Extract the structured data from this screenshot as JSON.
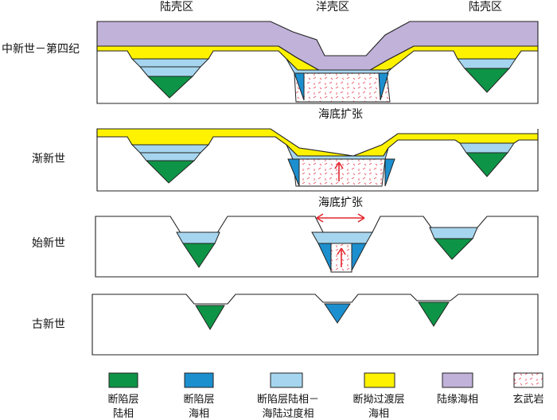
{
  "top_labels": [
    "陆壳区",
    "洋壳区",
    "陆壳区"
  ],
  "stage_labels": [
    "中新世－第四纪",
    "渐新世",
    "始新世",
    "古新世"
  ],
  "arrow_labels": [
    "海底扩张",
    "海底扩张"
  ],
  "legend": [
    {
      "line1": "断陷层",
      "line2": "陆相",
      "swatch": "continental",
      "icon": "green-swatch-icon"
    },
    {
      "line1": "断陷层",
      "line2": "海相",
      "swatch": "marine",
      "icon": "blue-swatch-icon"
    },
    {
      "line1": "断陷层陆相－",
      "line2": "海陆过度相",
      "swatch": "transition",
      "icon": "lightblue-swatch-icon"
    },
    {
      "line1": "断拗过渡层",
      "line2": "海相",
      "swatch": "yellow",
      "icon": "yellow-swatch-icon"
    },
    {
      "line1": "陆缘海相",
      "line2": "",
      "swatch": "purple",
      "icon": "purple-swatch-icon"
    },
    {
      "line1": "玄武岩",
      "line2": "",
      "swatch": "basalt",
      "icon": "basalt-swatch-icon"
    }
  ],
  "colors": {
    "continental": "#0e9446",
    "marine": "#1c8fcf",
    "transition": "#a6d6ef",
    "yellow": "#fff200",
    "purple": "#c1b2d9",
    "basalt_fill": "#ffffff",
    "basalt_mark": "#e85a6a",
    "arrow": "#e3262e",
    "outline": "#222222"
  }
}
